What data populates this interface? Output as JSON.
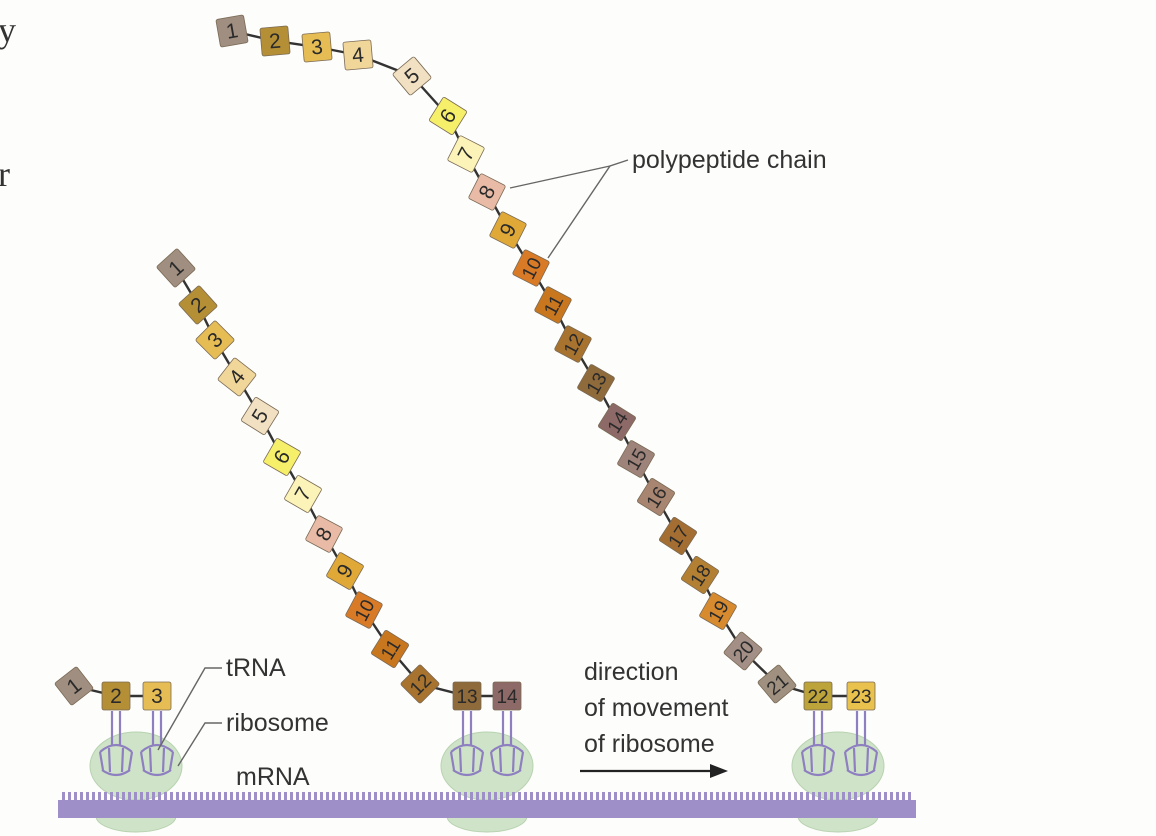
{
  "left_margin_fragments": [
    "y",
    "r"
  ],
  "labels": {
    "polypeptide_chain": "polypeptide chain",
    "trna": "tRNA",
    "ribosome": "ribosome",
    "mrna": "mRNA",
    "direction_line1": "direction",
    "direction_line2": "of movement",
    "direction_line3": "of ribosome"
  },
  "chains": [
    {
      "name": "chain-left",
      "length": 3
    },
    {
      "name": "chain-middle",
      "length": 14
    },
    {
      "name": "chain-right",
      "length": 23
    }
  ],
  "colors": {
    "mrna": "#9e8fc9",
    "ribosome": "#cfe3c9",
    "trna": "#8e7fc0",
    "bond": "#333333",
    "amino_acids": [
      "#a08e80",
      "#b58f35",
      "#e6bd55",
      "#f1d69a",
      "#f2e0c2",
      "#f6ef6a",
      "#fbf3b8",
      "#e9bba6",
      "#e0a937",
      "#d97a27",
      "#c9771f",
      "#a8732e",
      "#8f6a3a",
      "#8d6a67",
      "#9e837a",
      "#a88570",
      "#a46e32",
      "#b37f32",
      "#d88a2e",
      "#a38f86",
      "#a09080",
      "#bca33a",
      "#e8c24d"
    ]
  }
}
